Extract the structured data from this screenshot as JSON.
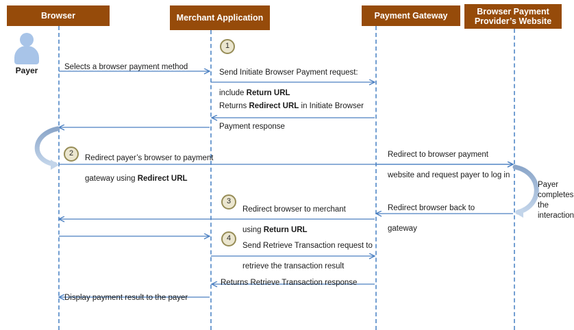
{
  "diagram": {
    "title": "Browser Payment Sequence Diagram",
    "accent_color": "#964B0A",
    "lifeline_color": "#5a8ec9",
    "arrow_color": "#4a7fc1",
    "badge_border_color": "#968c56",
    "badge_fill_color": "#ebe6cf",
    "actor_color": "#a8c4e8"
  },
  "participants": [
    {
      "id": "browser",
      "label": "Browser"
    },
    {
      "id": "merchant",
      "label": "Merchant\nApplication"
    },
    {
      "id": "gateway",
      "label": "Payment Gateway"
    },
    {
      "id": "provider",
      "label": "Browser Payment\nProvider’s Website"
    }
  ],
  "actor": {
    "label": "Payer",
    "icon": "person-icon"
  },
  "steps": [
    {
      "number": "1"
    },
    {
      "number": "2"
    },
    {
      "number": "3"
    },
    {
      "number": "4"
    }
  ],
  "messages": [
    {
      "id": "m1",
      "plain": "Selects a browser payment method",
      "from": "browser",
      "to": "merchant",
      "direction": "right"
    },
    {
      "id": "m2",
      "line1_pre": "Send Initiate Browser Payment request:",
      "line2_pre": "include ",
      "line2_bold": "Return URL",
      "from": "merchant",
      "to": "gateway",
      "direction": "right",
      "step": "1"
    },
    {
      "id": "m3",
      "line1_pre": "Returns ",
      "line1_bold": "Redirect URL",
      "line1_post": " in Initiate Browser",
      "line2_pre": "Payment response",
      "from": "gateway",
      "to": "merchant",
      "direction": "left"
    },
    {
      "id": "m4",
      "plain": "",
      "from": "merchant",
      "to": "browser",
      "direction": "left"
    },
    {
      "id": "m5",
      "line1_pre": "Redirect payer’s browser to payment",
      "line2_pre": "gateway using ",
      "line2_bold": "Redirect URL",
      "from": "browser",
      "to": "provider",
      "direction": "right",
      "step": "2"
    },
    {
      "id": "m6",
      "line1_pre": "Redirect to browser payment",
      "line2_pre": "website and request payer to log in",
      "from": "gateway",
      "to": "provider",
      "direction": "right"
    },
    {
      "id": "m7",
      "line1_pre": "Redirect browser back to",
      "line2_pre": "gateway",
      "from": "provider",
      "to": "gateway",
      "direction": "left"
    },
    {
      "id": "m8",
      "line1_pre": "Redirect browser to merchant",
      "line2_pre": "using ",
      "line2_bold": "Return URL",
      "from": "gateway",
      "to": "browser",
      "direction": "left",
      "step": "3"
    },
    {
      "id": "m9",
      "line1_pre": "Send Retrieve Transaction request to",
      "line2_pre": "retrieve the transaction result",
      "from": "browser",
      "to": "merchant",
      "direction": "right",
      "step": "4"
    },
    {
      "id": "m10",
      "plain": "",
      "from": "merchant",
      "to": "gateway",
      "direction": "right"
    },
    {
      "id": "m11",
      "plain": "Returns Retrieve Transaction response",
      "from": "gateway",
      "to": "merchant",
      "direction": "left"
    },
    {
      "id": "m12",
      "plain": "Display payment result to the payer",
      "from": "merchant",
      "to": "browser",
      "direction": "left"
    }
  ],
  "annotations": [
    {
      "id": "payer-completes",
      "text": "Payer\ncompletes\nthe\ninteraction"
    }
  ]
}
